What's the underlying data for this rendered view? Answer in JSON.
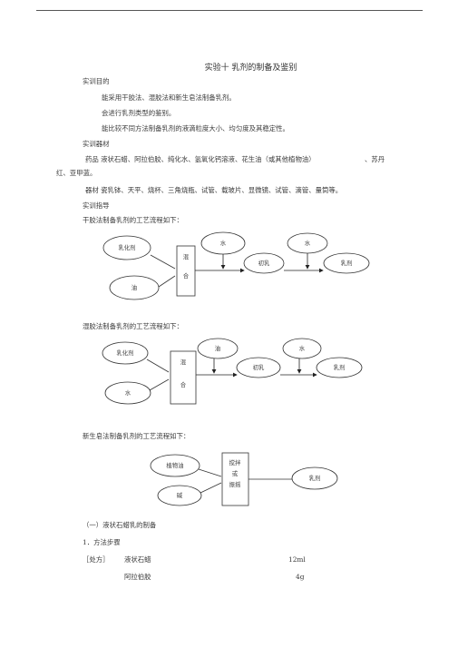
{
  "title": "实验十  乳剂的制备及鉴别",
  "sections": {
    "purpose_heading": "实训目的",
    "purpose_items": [
      "能采用干胶法、湿胶法和新生皂法制备乳剂。",
      "会进行乳剂类型的鉴别。",
      "能比较不同方法制备乳剂的液滴粒度大小、均匀度及其稳定性。"
    ],
    "equipment_heading": "实训器材",
    "drugs_line1": "药品    液状石蜡、阿拉伯胶、纯化水、氢氧化钙溶液、花生油（或其他植物油）",
    "drugs_line1_tail": "、苏丹",
    "drugs_line2": "红、亚甲蓝。",
    "equipment_line": "器材    瓷乳钵、天平、烧杯、三角烧瓶、试管、载玻片、显微镜、试管、滴管、量筒等。",
    "guide_heading": "实训指导"
  },
  "flow_dry": {
    "caption": "干胶法制备乳剂的工艺流程如下：",
    "emulsifier": "乳化剂",
    "oil": "油",
    "mix": [
      "混",
      "合"
    ],
    "add1": "水",
    "primary": "初乳",
    "add2": "水",
    "final": "乳剂"
  },
  "flow_wet": {
    "caption": "湿胶法制备乳剂的工艺流程如下：",
    "emulsifier": "乳化剂",
    "water": "水",
    "mix": [
      "混",
      "合"
    ],
    "add1": "油",
    "primary": "初乳",
    "add2": "水",
    "final": "乳剂"
  },
  "flow_soap": {
    "caption": "新生皂法制备乳剂的工艺流程如下：",
    "oil": "植物油",
    "alkali": "碱",
    "process": [
      "搅拌",
      "或",
      "振摇"
    ],
    "final": "乳剂"
  },
  "part1": {
    "heading": "（一）液状石蜡乳的制备",
    "step": "1．方法步骤",
    "recipe_label": "［处方］",
    "items": [
      {
        "name": "液状石蜡",
        "amount": "12ml"
      },
      {
        "name": "阿拉伯胶",
        "amount": "4g"
      }
    ]
  }
}
